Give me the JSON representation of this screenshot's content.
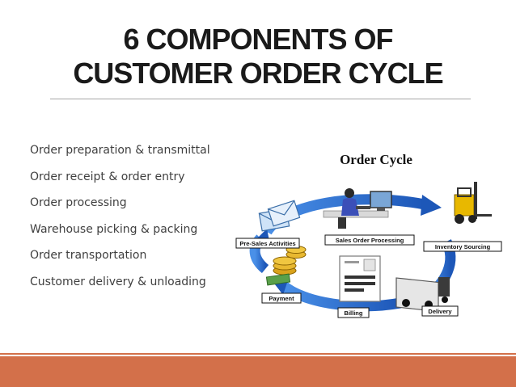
{
  "title": {
    "line1": "6 COMPONENTS OF",
    "line2": "CUSTOMER ORDER CYCLE"
  },
  "components": [
    "Order preparation & transmittal",
    "Order receipt & order entry",
    "Order processing",
    "Warehouse picking & packing",
    "Order transportation",
    "Customer delivery & unloading"
  ],
  "diagram": {
    "heading": "Order Cycle",
    "stages": {
      "pre_sales": "Pre-Sales Activities",
      "sales_order": "Sales Order Processing",
      "inventory": "Inventory Sourcing",
      "delivery": "Delivery",
      "billing": "Billing",
      "payment": "Payment"
    },
    "icons": [
      "envelope-icon",
      "computer-operator-icon",
      "forklift-icon",
      "truck-icon",
      "invoice-icon",
      "coins-icon"
    ]
  },
  "colors": {
    "accent_band": "#d3704a",
    "cycle_arrow": "#2b6fd6",
    "title_text": "#1a1a1a",
    "body_text": "#404040"
  }
}
